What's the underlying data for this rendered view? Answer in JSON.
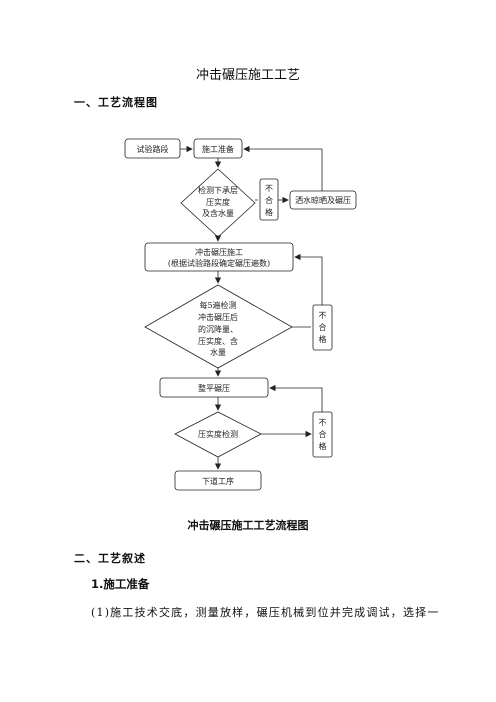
{
  "document": {
    "title": "冲击碾压施工工艺",
    "section1_heading": "一、工艺流程图",
    "figure_caption": "冲击碾压施工工艺流程图",
    "section2_heading": "二、工艺叙述",
    "subsection1_heading": "1.施工准备",
    "paragraph1": "(1)施工技术交底，测量放样，碾压机械到位并完成调试，选择一"
  },
  "flowchart": {
    "test_road": "试验路段",
    "prep": "施工准备",
    "check1": [
      "检测下承层",
      "压实度",
      "及含水量"
    ],
    "fail": [
      "不",
      "合",
      "格"
    ],
    "water_roll": "洒水晾晒及碾压",
    "impact_roll": [
      "冲击碾压施工",
      "(根据试验路段确定碾压遍数)"
    ],
    "check2": [
      "每5遍检测",
      "冲击碾压后",
      "的沉降量、",
      "压实度、含",
      "水量"
    ],
    "level_roll": "整平碾压",
    "check3": "压实度检测",
    "next_step": "下道工序"
  }
}
